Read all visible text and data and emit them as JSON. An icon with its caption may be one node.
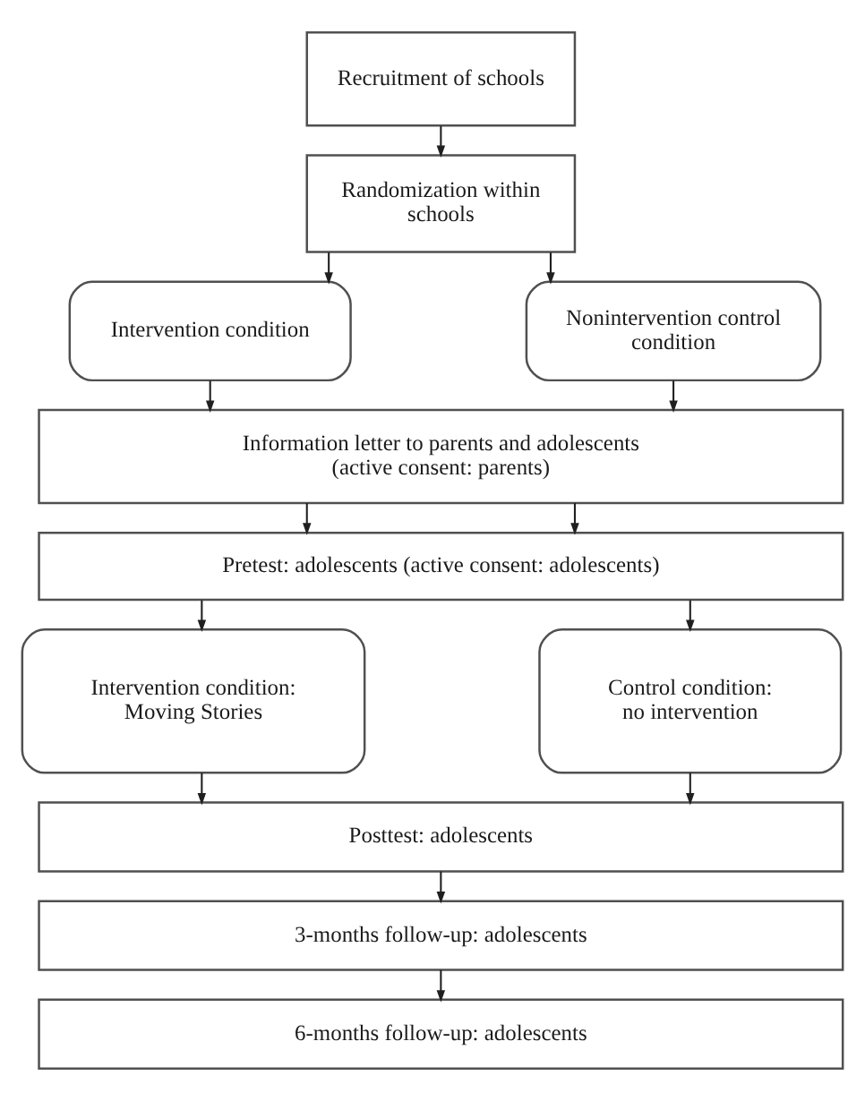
{
  "diagram": {
    "nodes": [
      {
        "text": [
          "Recruitment of schools"
        ]
      },
      {
        "text": [
          "Randomization within schools"
        ]
      },
      {
        "text": [
          "Intervention condition"
        ]
      },
      {
        "text": [
          "Nonintervention control condition"
        ]
      },
      {
        "text": [
          "Information letter to parents and adolescents (active consent: parents)"
        ]
      },
      {
        "text": [
          "Pretest: adolescents (active consent: adolescents)"
        ]
      },
      {
        "text": [
          "Intervention condition: Moving Stories"
        ]
      },
      {
        "text": [
          "Control condition: no intervention"
        ]
      },
      {
        "text": [
          "Posttest: adolescents"
        ]
      },
      {
        "text": [
          "3-months follow-up: adolescents"
        ]
      },
      {
        "text": [
          "6-months follow-up: adolescents"
        ]
      }
    ],
    "edges": [
      {
        "from": 0,
        "to": 1,
        "arrow": "to"
      },
      {
        "from": 1,
        "to": 2,
        "arrow": "to"
      },
      {
        "from": 1,
        "to": 3,
        "arrow": "to"
      },
      {
        "from": 2,
        "to": 4,
        "arrow": "to"
      },
      {
        "from": 3,
        "to": 4,
        "arrow": "to"
      },
      {
        "from": 4,
        "to": 5,
        "arrow": "to"
      },
      {
        "from": 4,
        "to": 5,
        "arrow": "to"
      },
      {
        "from": 5,
        "to": 6,
        "arrow": "to"
      },
      {
        "from": 5,
        "to": 7,
        "arrow": "to"
      },
      {
        "from": 6,
        "to": 8,
        "arrow": "to"
      },
      {
        "from": 7,
        "to": 8,
        "arrow": "to"
      },
      {
        "from": 8,
        "to": 9,
        "arrow": "to"
      },
      {
        "from": 9,
        "to": 10,
        "arrow": "to"
      }
    ]
  }
}
